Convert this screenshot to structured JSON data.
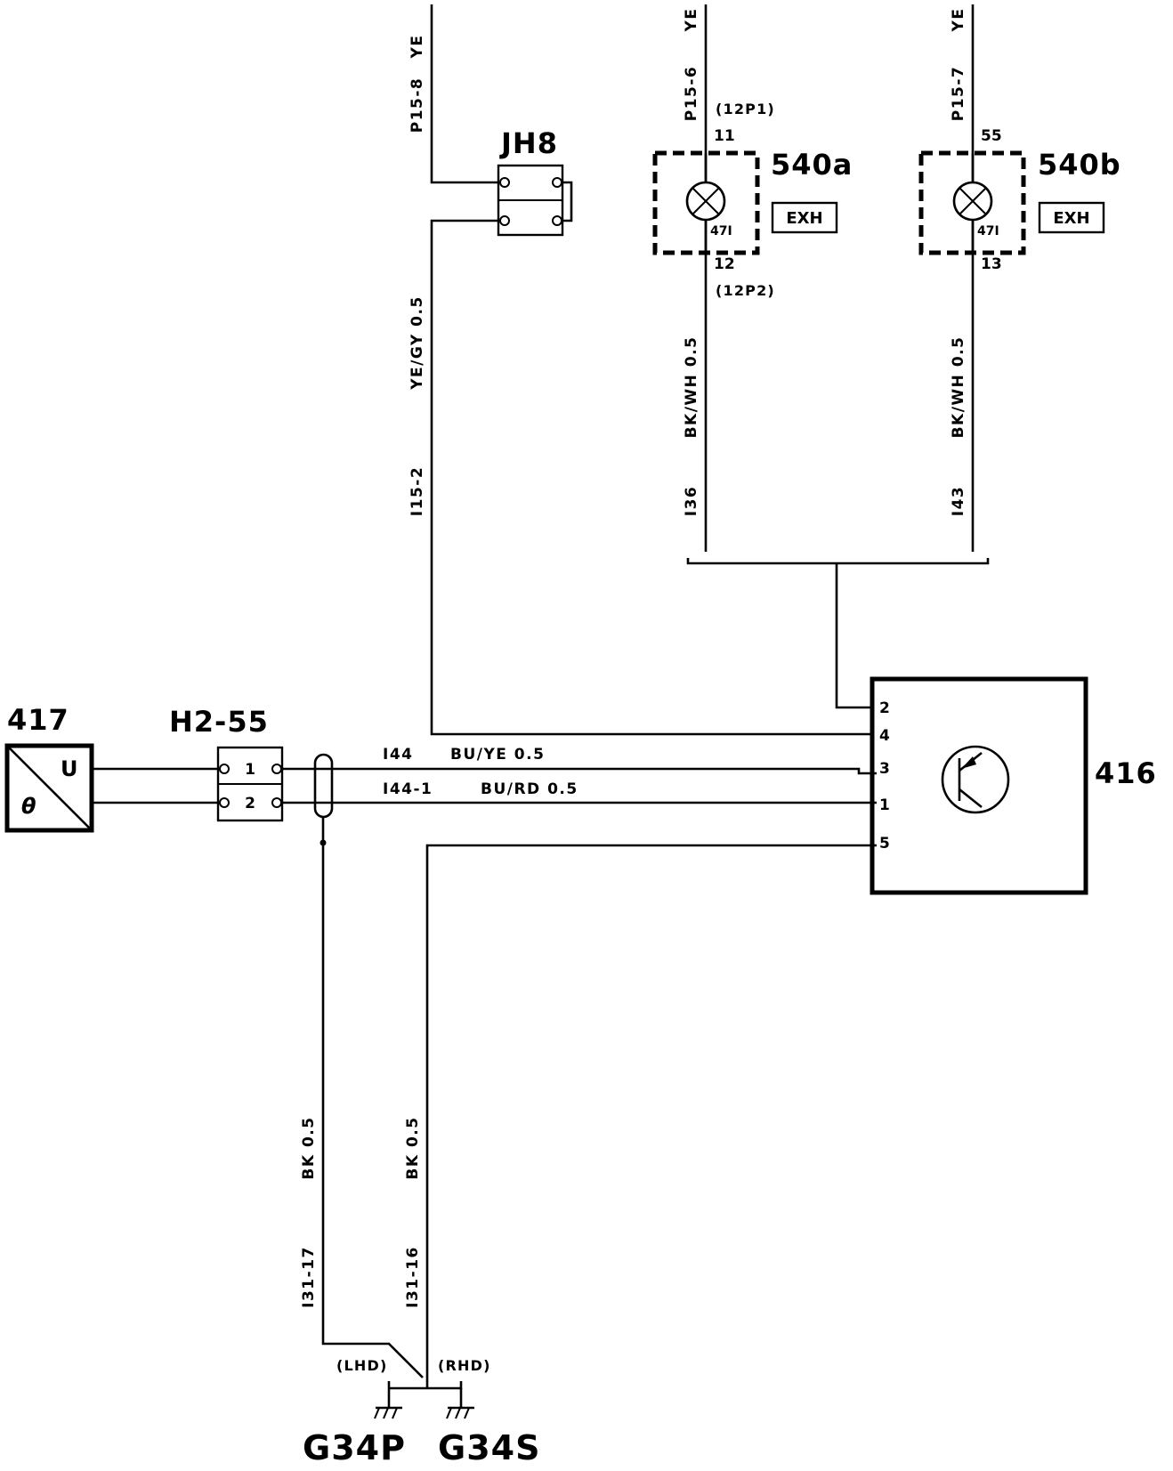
{
  "components": {
    "jh8": "JH8",
    "lamp_a": "540a",
    "lamp_b": "540b",
    "sensor": "417",
    "connector": "H2-55",
    "module": "416"
  },
  "tags": {
    "exh_a": "EXH",
    "exh_b": "EXH"
  },
  "sensor_symbols": {
    "u": "U",
    "theta": "θ"
  },
  "connector_pins": {
    "p1": "1",
    "p2": "2"
  },
  "module_pins": {
    "p2": "2",
    "p4": "4",
    "p3": "3",
    "p1": "1",
    "p5": "5"
  },
  "lamp_a_labels": {
    "bulb": "47I",
    "pin_top": "11",
    "pin_bottom": "12",
    "conn_top": "(12P1)",
    "conn_bottom": "(12P2)"
  },
  "lamp_b_labels": {
    "bulb": "47I",
    "pin_top": "55",
    "pin_bottom": "13"
  },
  "wires": {
    "w1_color": "YE",
    "w1_id": "P15-8",
    "w2_color": "YE",
    "w2_id": "P15-6",
    "w3_color": "YE",
    "w3_id": "P15-7",
    "w4_spec": "YE/GY  0.5",
    "w4_id": "I15-2",
    "w5_spec": "BK/WH  0.5",
    "w5_id": "I36",
    "w6_spec": "BK/WH  0.5",
    "w6_id": "I43",
    "w7_id": "I44",
    "w7_spec": "BU/YE  0.5",
    "w8_id": "I44-1",
    "w8_spec": "BU/RD  0.5",
    "w9_spec": "BK  0.5",
    "w9_id": "I31-17",
    "w10_spec": "BK  0.5",
    "w10_id": "I31-16"
  },
  "grounds": {
    "lhd": "(LHD)",
    "rhd": "(RHD)",
    "g34p": "G34P",
    "g34s": "G34S"
  }
}
